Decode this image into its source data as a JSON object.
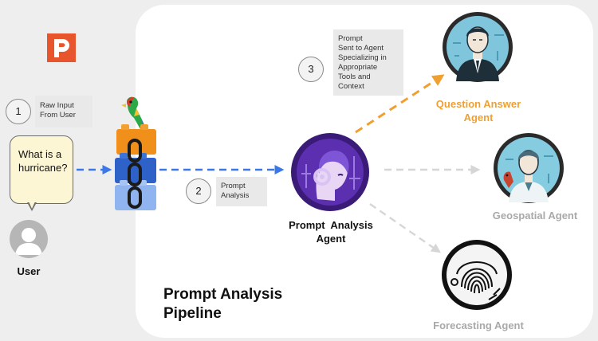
{
  "colors": {
    "highlight": "#f0a030",
    "flow_arrow": "#3b78e7",
    "inactive_arrow": "#d6d6d6",
    "inactive_label": "#a9a9a9",
    "brand": "#e8552d"
  },
  "user": {
    "question_lines": [
      "What is a",
      "hurricane?"
    ],
    "label": "User"
  },
  "steps": [
    {
      "number": "1",
      "lines": [
        "Raw Input",
        "From User"
      ]
    },
    {
      "number": "2",
      "lines": [
        "Prompt",
        "Analysis"
      ]
    },
    {
      "number": "3",
      "lines": [
        "Prompt",
        "Sent to Agent",
        "Specializing in",
        "Appropriate",
        "Tools and",
        "Context"
      ]
    }
  ],
  "agents": {
    "prompt_analysis": {
      "lines": [
        "Prompt  Analysis",
        "Agent"
      ],
      "icon": "ai-head-icon"
    },
    "question_answer": {
      "lines": [
        "Question Answer",
        "Agent"
      ],
      "icon": "businessman-portrait-icon"
    },
    "geospatial": {
      "lines": [
        "Geospatial Agent"
      ],
      "icon": "scientist-portrait-icon"
    },
    "forecasting": {
      "lines": [
        "Forecasting Agent"
      ],
      "icon": "fingerprint-face-icon"
    }
  },
  "pipeline_title_lines": [
    "Prompt Analysis",
    "Pipeline"
  ],
  "icons": [
    "app-logo-icon",
    "lego-chain-icon",
    "parrot-icon",
    "user-avatar-icon"
  ]
}
